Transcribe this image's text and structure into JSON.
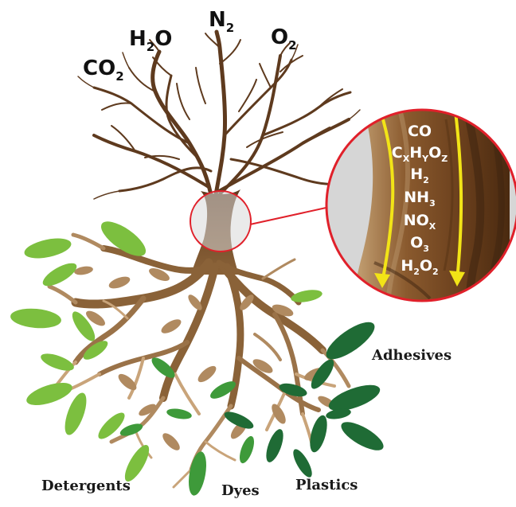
{
  "gases_above": [
    {
      "base": "CO",
      "sub": "2"
    },
    {
      "base": "H",
      "sub": "2",
      "tail": "O"
    },
    {
      "base": "N",
      "sub": "2"
    },
    {
      "base": "O",
      "sub": "2"
    }
  ],
  "trunk_species": [
    "CO",
    "CxHyOz",
    "H2",
    "NH3",
    "NOx",
    "O3",
    "H2O2"
  ],
  "products": [
    "Adhesives",
    "Detergents",
    "Dyes",
    "Plastics"
  ],
  "colors": {
    "branch": "#6b4226",
    "root": "#a77f57",
    "root_dark": "#7a5430",
    "leaf_light": "#7cbf3f",
    "leaf_dark": "#1f6b35",
    "zoom_border": "#e0202a",
    "zoom_arrow": "#f2e417",
    "zoom_bark": "#7a4a22"
  }
}
